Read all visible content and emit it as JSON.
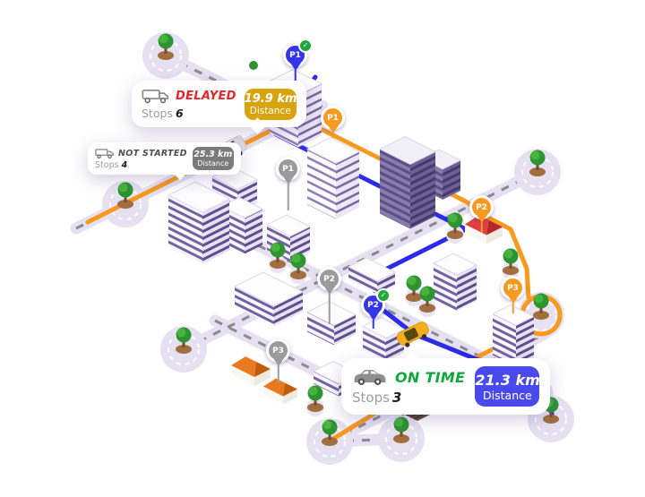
{
  "tooltips": {
    "delayed": {
      "vehicle_icon": "truck-icon",
      "status": "DELAYED",
      "stops_label": "Stops",
      "stops_value": "6",
      "distance_value": "19.9 km",
      "distance_label": "Distance",
      "status_color": "#E8232A",
      "badge_color": "#D8A30D"
    },
    "not_started": {
      "vehicle_icon": "truck-icon",
      "status": "NOT STARTED",
      "stops_label": "Stops",
      "stops_value": "4",
      "distance_value": "25.3 km",
      "distance_label": "Distance",
      "status_color": "#4F4F4F",
      "badge_color": "#7B7B7B"
    },
    "on_time": {
      "vehicle_icon": "car-icon",
      "status": "ON TIME",
      "stops_label": "Stops",
      "stops_value": "3",
      "distance_value": "21.3 km",
      "distance_label": "Distance",
      "status_color": "#0FA83C",
      "badge_color": "#4A49EC"
    }
  },
  "map": {
    "pins": [
      {
        "label": "P1",
        "color": "blue",
        "visited": true
      },
      {
        "label": "P1",
        "color": "orange",
        "visited": false
      },
      {
        "label": "P1",
        "color": "gray",
        "visited": false
      },
      {
        "label": "P2",
        "color": "gray",
        "visited": false
      },
      {
        "label": "P2",
        "color": "blue",
        "visited": true
      },
      {
        "label": "P2",
        "color": "orange",
        "visited": false
      },
      {
        "label": "P3",
        "color": "orange",
        "visited": false
      },
      {
        "label": "P3",
        "color": "gray",
        "visited": false
      }
    ],
    "check_glyph": "✓",
    "route_colors": {
      "blue_route": "#2B2BE8",
      "orange_route": "#F79A1F",
      "gray_pin": "#9B9B9B",
      "check_green": "#23A63E"
    }
  }
}
